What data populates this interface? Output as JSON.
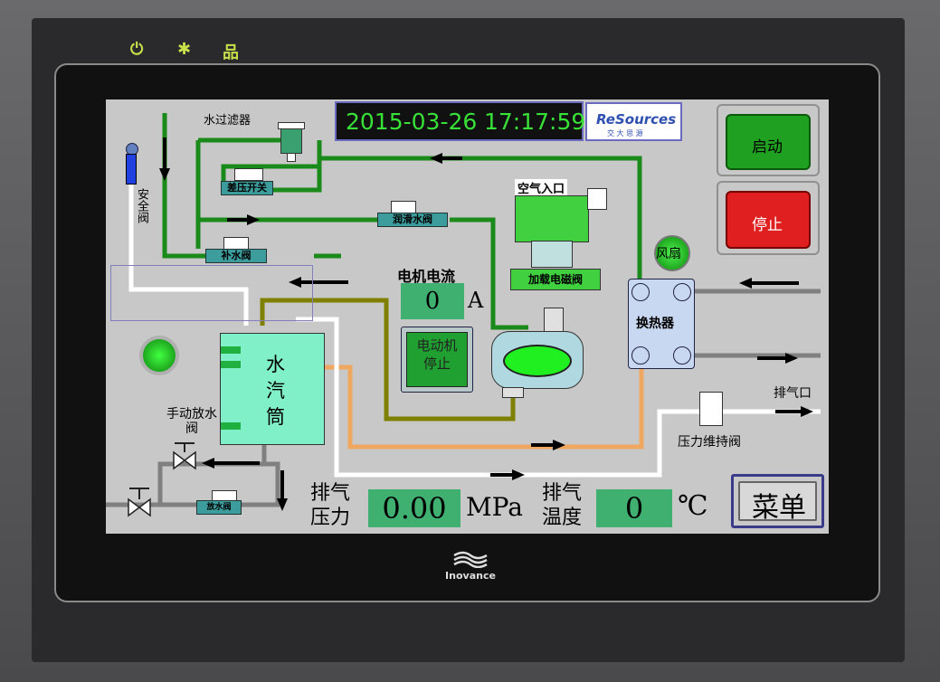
{
  "datetime": {
    "date": "2015-03-26",
    "time": "17:17:59"
  },
  "logo": {
    "text": "ReSources",
    "sub": "交 大 思 源"
  },
  "brand": "Inovance",
  "indicators": {
    "power": "⏻",
    "star": "✱",
    "network": "品"
  },
  "labels": {
    "water_filter": "水过滤器",
    "diff_pressure_switch": "差压开关",
    "lube_valve": "润滑水阀",
    "fill_valve": "补水阀",
    "safety_valve": "安全阀",
    "air_inlet": "空气入口",
    "load_solenoid": "加载电磁阀",
    "motor_current_title": "电机电流",
    "motor_current_unit": "A",
    "fan": "风扇",
    "heat_exchanger": "换热器",
    "tank": "水汽筒",
    "manual_drain_valve": "手动放水阀",
    "drain_valve": "放水阀",
    "exhaust_port": "排气口",
    "pressure_hold_valve": "压力维持阀",
    "exhaust_pressure_title": "排气压力",
    "exhaust_pressure_unit": "MPa",
    "exhaust_temp_title": "排气温度",
    "exhaust_temp_unit": "℃"
  },
  "buttons": {
    "start": "启动",
    "stop": "停止",
    "menu": "菜单"
  },
  "motor_status": "电动机停止",
  "values": {
    "motor_current": "0",
    "exhaust_pressure": "0.00",
    "exhaust_temp": "0"
  },
  "colors": {
    "green_pipe": "#1a8a1a",
    "olive_pipe": "#808000",
    "orange_pipe": "#f0a860",
    "white_pipe": "#ffffff",
    "gray_pipe": "#808080"
  }
}
